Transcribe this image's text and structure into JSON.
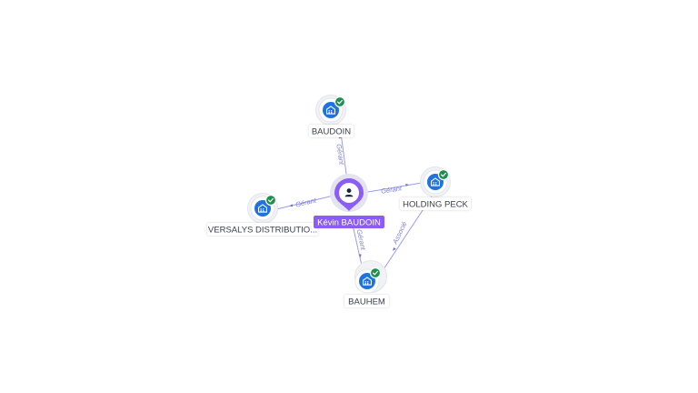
{
  "center": {
    "label": "Kévin BAUDOIN",
    "icon": "person-icon",
    "color": "#8b5cf6"
  },
  "companies": [
    {
      "id": "baudoin",
      "label": "BAUDOIN",
      "icon": "building-icon",
      "verified": true
    },
    {
      "id": "holding-peck",
      "label": "HOLDING PECK",
      "icon": "building-icon",
      "verified": true
    },
    {
      "id": "versalys",
      "label": "VERSALYS DISTRIBUTIO...",
      "icon": "building-icon",
      "verified": true
    },
    {
      "id": "bauhem",
      "label": "BAUHEM",
      "icon": "building-icon",
      "verified": true
    }
  ],
  "edges": [
    {
      "from": "center",
      "to": "baudoin",
      "label": "Gérant"
    },
    {
      "from": "center",
      "to": "holding-peck",
      "label": "Gérant"
    },
    {
      "from": "center",
      "to": "versalys",
      "label": "Gérant"
    },
    {
      "from": "center",
      "to": "bauhem",
      "label": "Gérant"
    },
    {
      "from": "holding-peck",
      "to": "bauhem",
      "label": "Associé"
    }
  ],
  "colors": {
    "edge": "#9a9ee6",
    "company": "#1f72e0",
    "verified": "#1e8f4e",
    "person": "#8b5cf6"
  }
}
